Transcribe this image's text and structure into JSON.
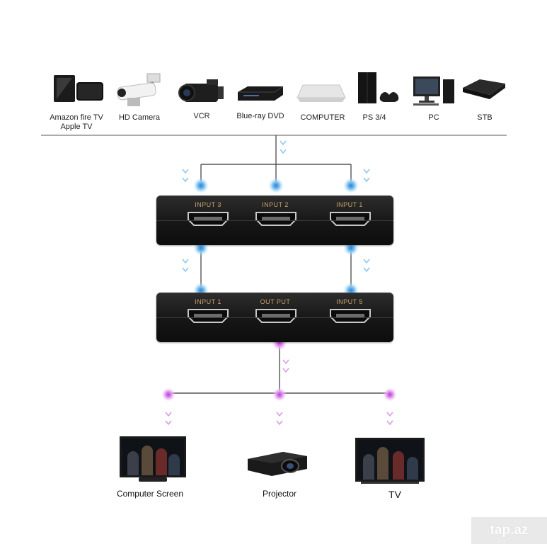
{
  "sources": [
    {
      "id": "amazon",
      "label": "Amazon fire TV\nApple TV",
      "icon": "tv-box-icon"
    },
    {
      "id": "camera",
      "label": "HD Camera",
      "icon": "security-camera-icon"
    },
    {
      "id": "vcr",
      "label": "VCR",
      "icon": "camcorder-icon"
    },
    {
      "id": "bluray",
      "label": "Blue-ray DVD",
      "icon": "bluray-player-icon"
    },
    {
      "id": "computer",
      "label": "COMPUTER",
      "icon": "laptop-icon"
    },
    {
      "id": "ps",
      "label": "PS 3/4",
      "icon": "game-console-icon"
    },
    {
      "id": "pc",
      "label": "PC",
      "icon": "desktop-pc-icon"
    },
    {
      "id": "stb",
      "label": "STB",
      "icon": "set-top-box-icon"
    }
  ],
  "switch_top": {
    "ports": [
      "INPUT 3",
      "INPUT 2",
      "INPUT 1"
    ]
  },
  "switch_bottom": {
    "ports": [
      "INPUT 1",
      "OUT PUT",
      "INPUT 5"
    ]
  },
  "outputs": [
    {
      "id": "screen",
      "label": "Computer Screen",
      "icon": "monitor-icon"
    },
    {
      "id": "projector",
      "label": "Projector",
      "icon": "projector-icon"
    },
    {
      "id": "tv",
      "label": "TV",
      "icon": "tv-icon"
    }
  ],
  "watermark": "tap.az",
  "colors": {
    "input_signal": "#5aaee8",
    "output_signal": "#d07ae0",
    "wire": "#555555",
    "port_label": "#c9a36a"
  }
}
